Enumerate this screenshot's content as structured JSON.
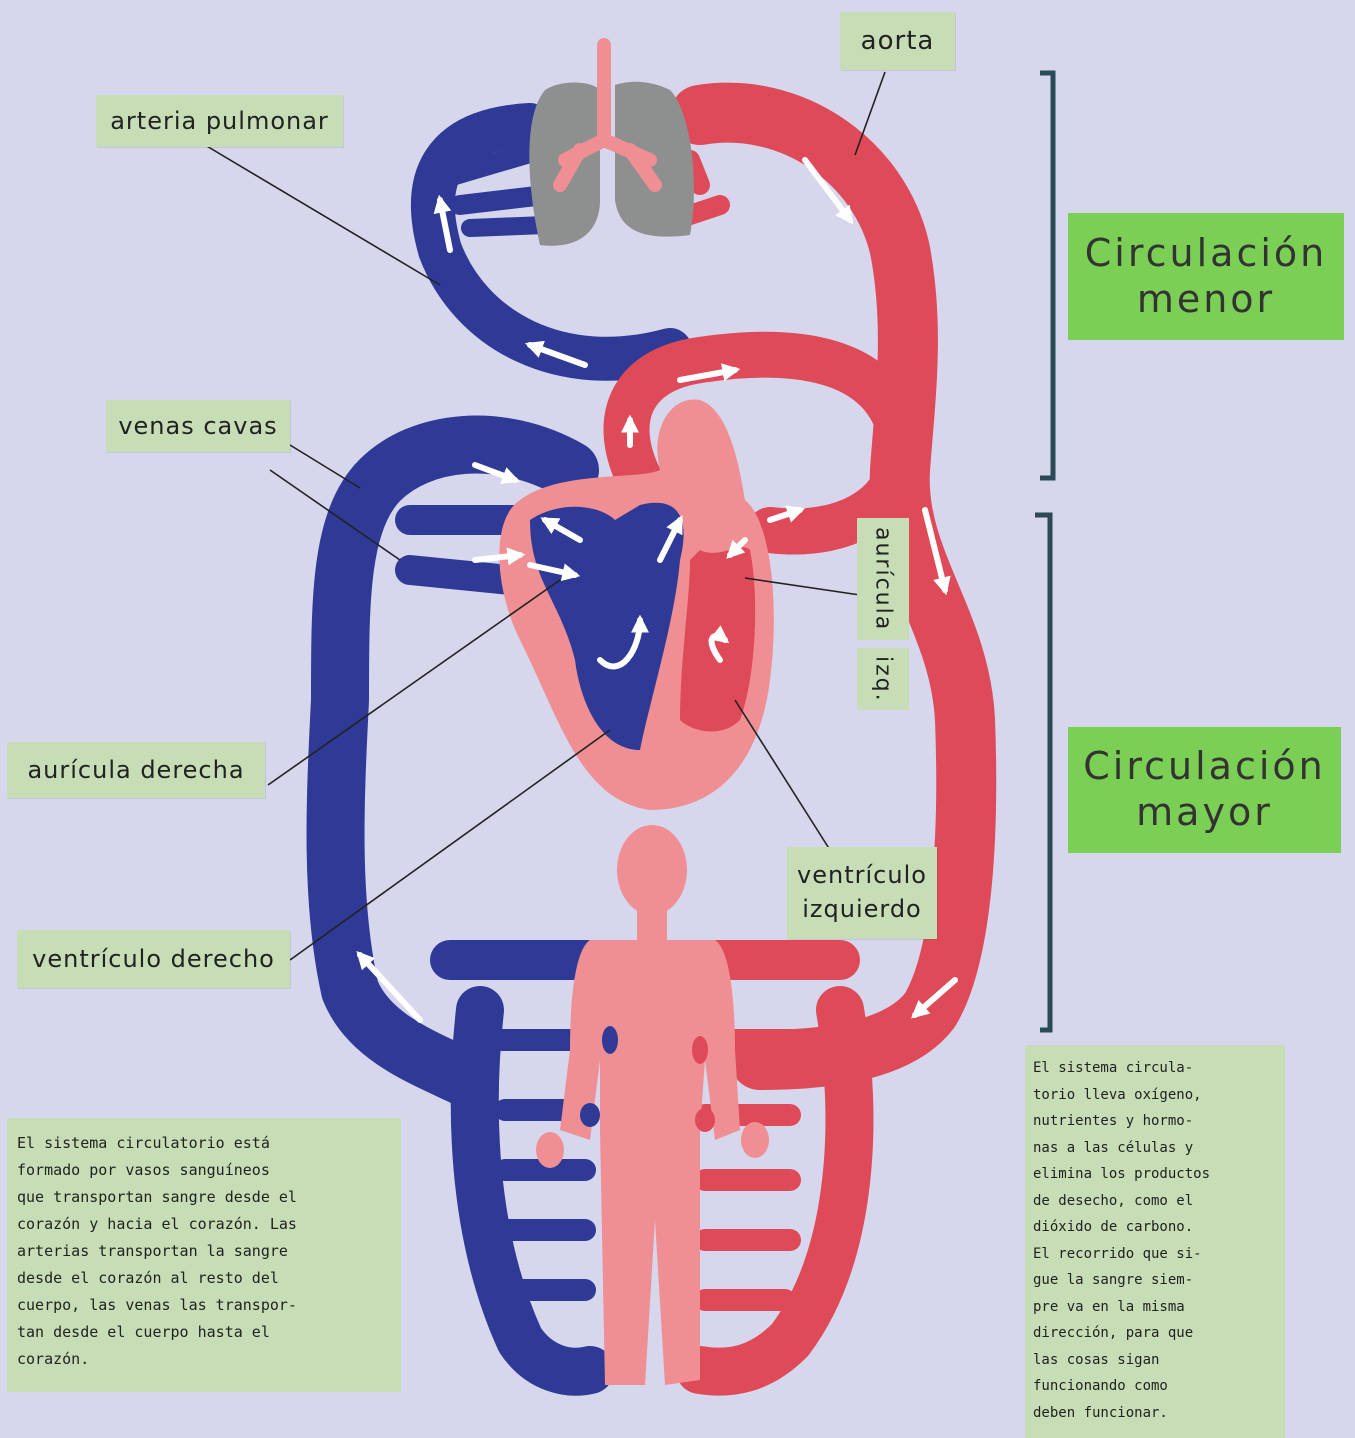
{
  "labels": {
    "aorta": "aorta",
    "arteria_pulmonar": "arteria pulmonar",
    "venas_cavas": "venas cavas",
    "auricula_derecha": "aurícula derecha",
    "ventriculo_derecho": "ventrículo derecho",
    "ventriculo_izquierdo_line1": "ventrículo",
    "ventriculo_izquierdo_line2": "izquierdo",
    "auricula_izq_a": "aurícula",
    "auricula_izq_b": "izq."
  },
  "sections": {
    "menor_line1": "Circulación",
    "menor_line2": "menor",
    "mayor_line1": "Circulación",
    "mayor_line2": "mayor"
  },
  "notes": {
    "left": [
      "El sistema circulatorio está",
      "formado por vasos sanguíneos",
      "que transportan sangre desde el",
      "corazón y hacia el corazón. Las",
      "arterias transportan la sangre",
      "desde el corazón al resto del",
      "cuerpo, las venas las transpor-",
      "tan desde el cuerpo hasta el",
      "corazón."
    ],
    "right": [
      "El sistema circula-",
      "torio lleva oxígeno,",
      "nutrientes y hormo-",
      "nas a las células y",
      "elimina los productos",
      "de desecho, como el",
      "dióxido de carbono.",
      "El recorrido que si-",
      "gue la sangre siem-",
      "pre va en la misma",
      "dirección, para que",
      "las cosas sigan",
      "funcionando como",
      "deben funcionar."
    ]
  },
  "colors": {
    "background": "#d6d6ec",
    "vein_blue": "#2e3a95",
    "artery_red": "#df4a58",
    "body_pink": "#f08f93",
    "lung_gray": "#8e8f8f",
    "label_green": "#c6ddb6",
    "section_green": "#7ccf55",
    "bracket": "#2a4a58"
  }
}
